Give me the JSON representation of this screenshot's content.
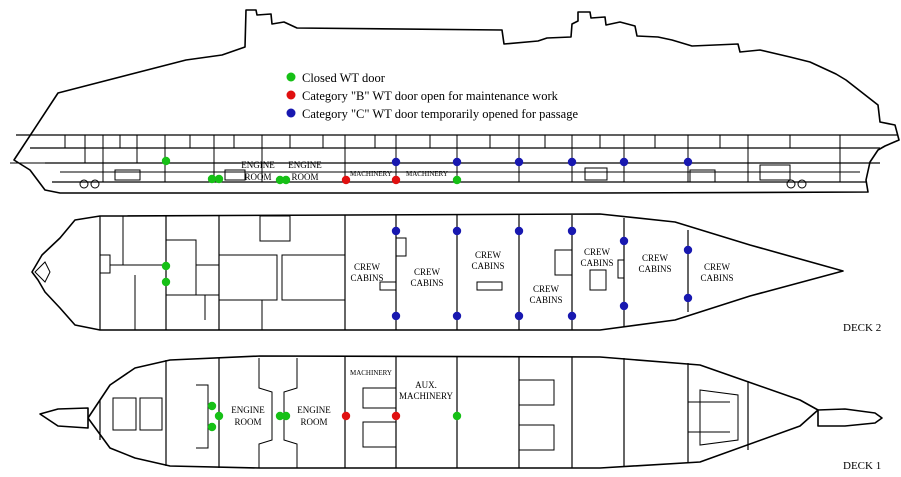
{
  "colors": {
    "closed": "#16c016",
    "category_b": "#e01010",
    "category_c": "#1818b0"
  },
  "legend": [
    {
      "status": "closed",
      "label": "Closed WT door"
    },
    {
      "status": "category_b",
      "label": "Category \"B\" WT door open for maintenance work"
    },
    {
      "status": "category_c",
      "label": "Category \"C\" WT door temporarily opened for passage"
    }
  ],
  "profile": {
    "labels": {
      "engine_room_1": [
        "ENGINE",
        "ROOM"
      ],
      "engine_room_2": [
        "ENGINE",
        "ROOM"
      ],
      "machinery_1": "MACHINERY",
      "machinery_2": "MACHINERY"
    }
  },
  "deck2": {
    "name": "DECK 2",
    "cabins": [
      [
        "CREW",
        "CABINS"
      ],
      [
        "CREW",
        "CABINS"
      ],
      [
        "CREW",
        "CABINS"
      ],
      [
        "CREW",
        "CABINS"
      ],
      [
        "CREW",
        "CABINS"
      ],
      [
        "CREW",
        "CABINS"
      ],
      [
        "CREW",
        "CABINS"
      ]
    ]
  },
  "deck1": {
    "name": "DECK 1",
    "labels": {
      "engine_room_1": [
        "ENGINE",
        "ROOM"
      ],
      "engine_room_2": [
        "ENGINE",
        "ROOM"
      ],
      "machinery": "MACHINERY",
      "aux_machinery": [
        "AUX.",
        "MACHINERY"
      ]
    }
  },
  "doors": {
    "profile": [
      "closed",
      "closed",
      "closed",
      "closed",
      "closed",
      "category_b",
      "category_b",
      "closed",
      "category_c",
      "category_c",
      "category_c",
      "category_c",
      "category_c",
      "category_c"
    ],
    "deck2": [
      "closed",
      "closed",
      "category_c",
      "category_c",
      "category_c",
      "category_c",
      "category_c",
      "category_c",
      "category_c",
      "category_c",
      "category_c",
      "category_c",
      "category_c",
      "category_c"
    ],
    "deck1": [
      "closed",
      "closed",
      "closed",
      "closed",
      "closed",
      "category_b",
      "category_b",
      "closed"
    ]
  }
}
